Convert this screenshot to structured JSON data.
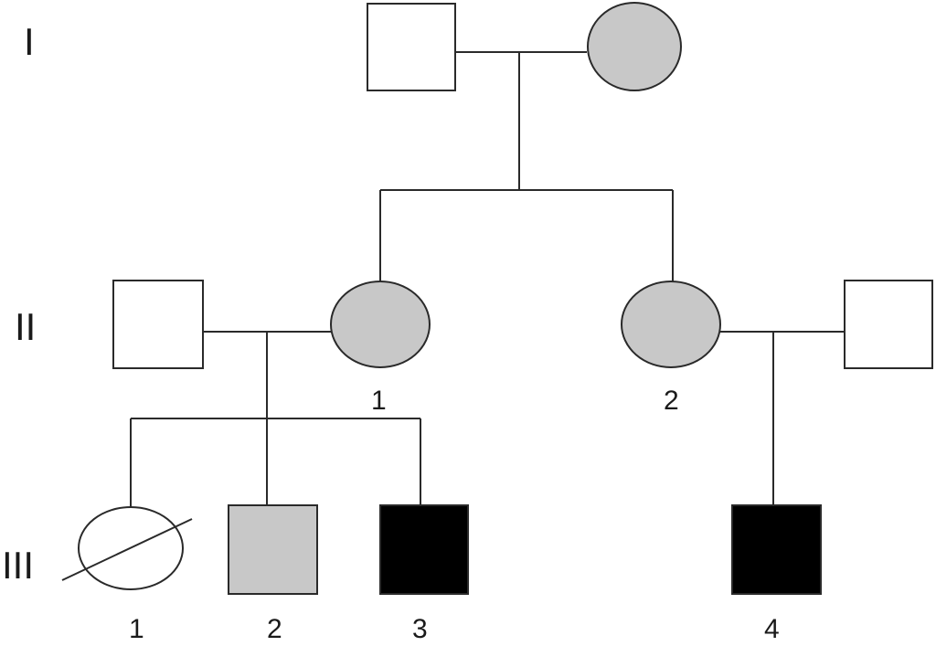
{
  "generations": {
    "I": "I",
    "II": "II",
    "III": "III"
  },
  "individual_labels": {
    "II_1": "1",
    "II_2": "2",
    "III_1": "1",
    "III_2": "2",
    "III_3": "3",
    "III_4": "4"
  },
  "individuals": [
    {
      "id": "I-male",
      "sex": "male",
      "status": "unaffected"
    },
    {
      "id": "I-female",
      "sex": "female",
      "status": "carrier"
    },
    {
      "id": "II-male-left",
      "sex": "male",
      "status": "unaffected"
    },
    {
      "id": "II-1",
      "sex": "female",
      "status": "carrier"
    },
    {
      "id": "II-2",
      "sex": "female",
      "status": "carrier"
    },
    {
      "id": "II-male-right",
      "sex": "male",
      "status": "unaffected"
    },
    {
      "id": "III-1",
      "sex": "female",
      "status": "deceased"
    },
    {
      "id": "III-2",
      "sex": "male",
      "status": "carrier"
    },
    {
      "id": "III-3",
      "sex": "male",
      "status": "affected"
    },
    {
      "id": "III-4",
      "sex": "male",
      "status": "affected"
    }
  ],
  "colors": {
    "unaffected": "#ffffff",
    "carrier": "#c8c8c8",
    "affected": "#000000",
    "line": "#2a2a2a"
  }
}
